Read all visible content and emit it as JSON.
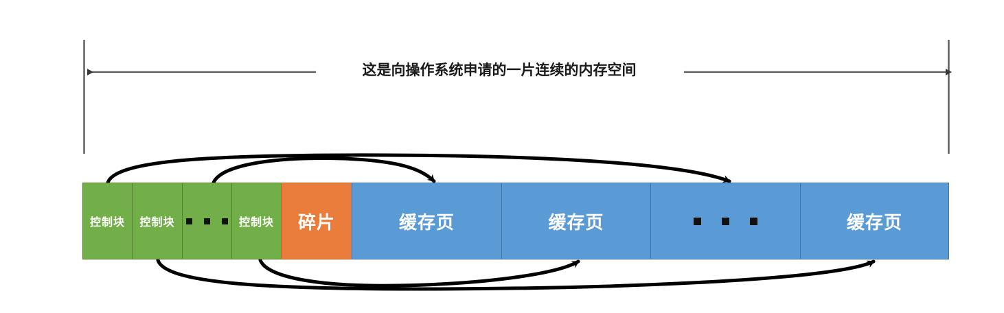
{
  "diagram": {
    "title_caption": "这是向操作系统申请的一片连续的内存空间",
    "colors": {
      "control_block": "#72AF48",
      "fragment": "#EA7D3C",
      "cache_page": "#5B9BD5",
      "arrow": "#000000",
      "dimension_line": "#595959",
      "text_on_block": "#FFFFFF",
      "caption_text": "#1A1A1A",
      "background": "#FFFFFF"
    },
    "dimension": {
      "label": "这是向操作系统申请的一片连续的内存空间",
      "left_arrow_icon": "arrow-left-icon",
      "right_arrow_icon": "arrow-right-icon"
    },
    "blocks": [
      {
        "id": "control-block-1",
        "label": "控制块",
        "kind": "control_block"
      },
      {
        "id": "control-block-2",
        "label": "控制块",
        "kind": "control_block"
      },
      {
        "id": "control-block-ellipsis",
        "label": "",
        "kind": "control_block",
        "ellipsis": true
      },
      {
        "id": "control-block-n",
        "label": "控制块",
        "kind": "control_block"
      },
      {
        "id": "fragment",
        "label": "碎片",
        "kind": "fragment"
      },
      {
        "id": "cache-page-1",
        "label": "缓存页",
        "kind": "cache_page"
      },
      {
        "id": "cache-page-2",
        "label": "缓存页",
        "kind": "cache_page"
      },
      {
        "id": "cache-page-ellipsis",
        "label": "",
        "kind": "cache_page",
        "ellipsis": true
      },
      {
        "id": "cache-page-n",
        "label": "缓存页",
        "kind": "cache_page"
      }
    ],
    "links": [
      {
        "from": "control-block-1",
        "to": "cache-page-ellipsis",
        "side": "above"
      },
      {
        "from": "control-block-ellipsis",
        "to": "cache-page-1",
        "side": "above"
      },
      {
        "from": "control-block-1",
        "to": "cache-page-n",
        "side": "below"
      },
      {
        "from": "control-block-n",
        "to": "cache-page-2",
        "side": "below"
      }
    ]
  }
}
